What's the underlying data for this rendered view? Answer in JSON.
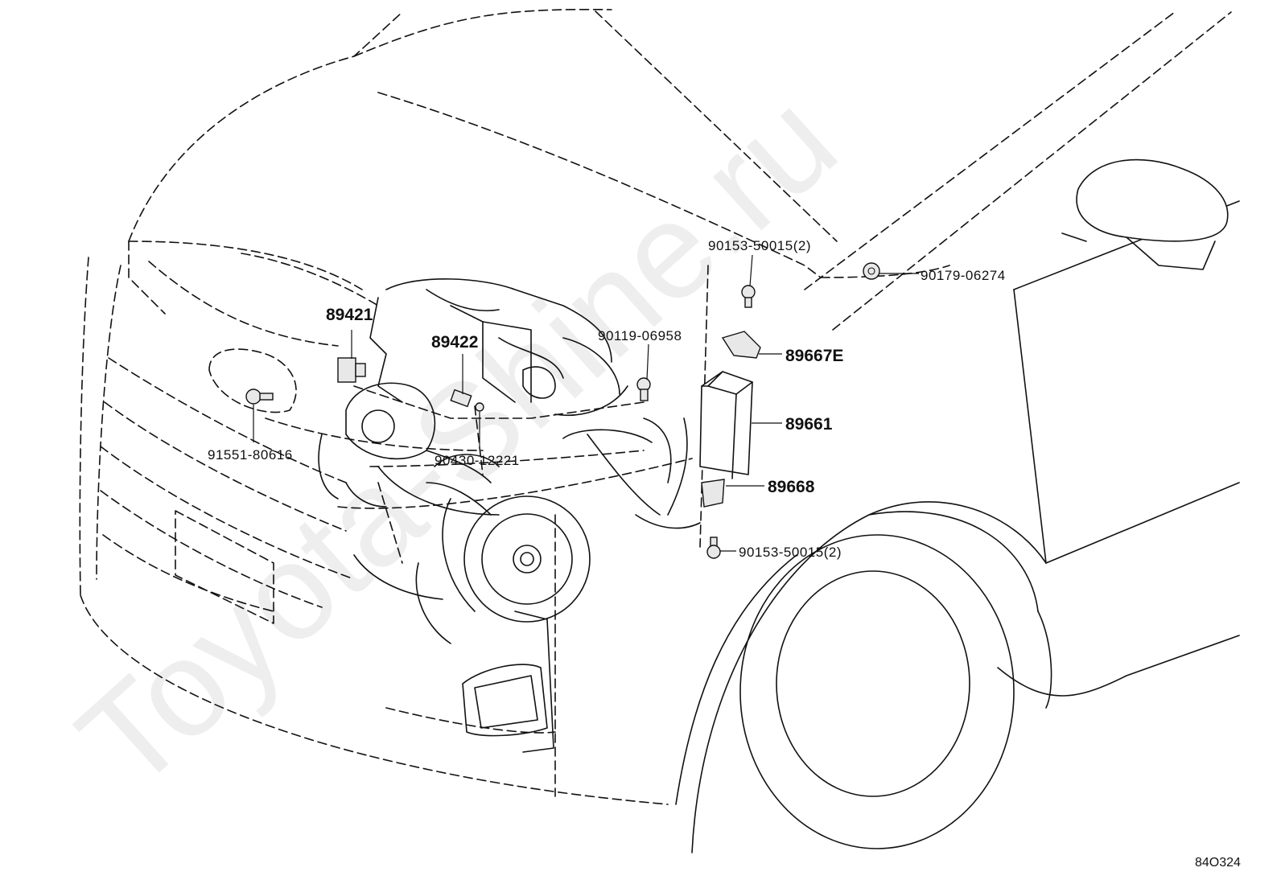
{
  "watermark": "Toyota-Shine.ru",
  "diagram_code": "84O324",
  "callouts": {
    "p89421": "89421",
    "p89422": "89422",
    "p90119": "90119-06958",
    "p90153_top": "90153-50015(2)",
    "p90179": "90179-06274",
    "p89667E": "89667E",
    "p89661": "89661",
    "p89668": "89668",
    "p90153_bottom": "90153-50015(2)",
    "p91551": "91551-80616",
    "p90430": "90430-12221"
  }
}
